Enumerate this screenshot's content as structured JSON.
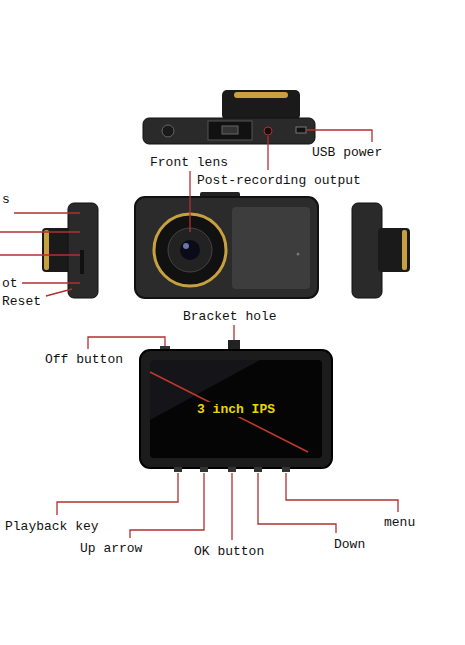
{
  "diagram": {
    "nodes": [
      {
        "text": [
          "3 inch IPS"
        ]
      }
    ],
    "labels": [
      "USB power",
      "Front lens",
      "Post-recording output",
      "s",
      "ot",
      "Reset",
      "Bracket hole",
      "Off button",
      "menu",
      "Playback key",
      "Down",
      "Up arrow",
      "OK button"
    ]
  }
}
